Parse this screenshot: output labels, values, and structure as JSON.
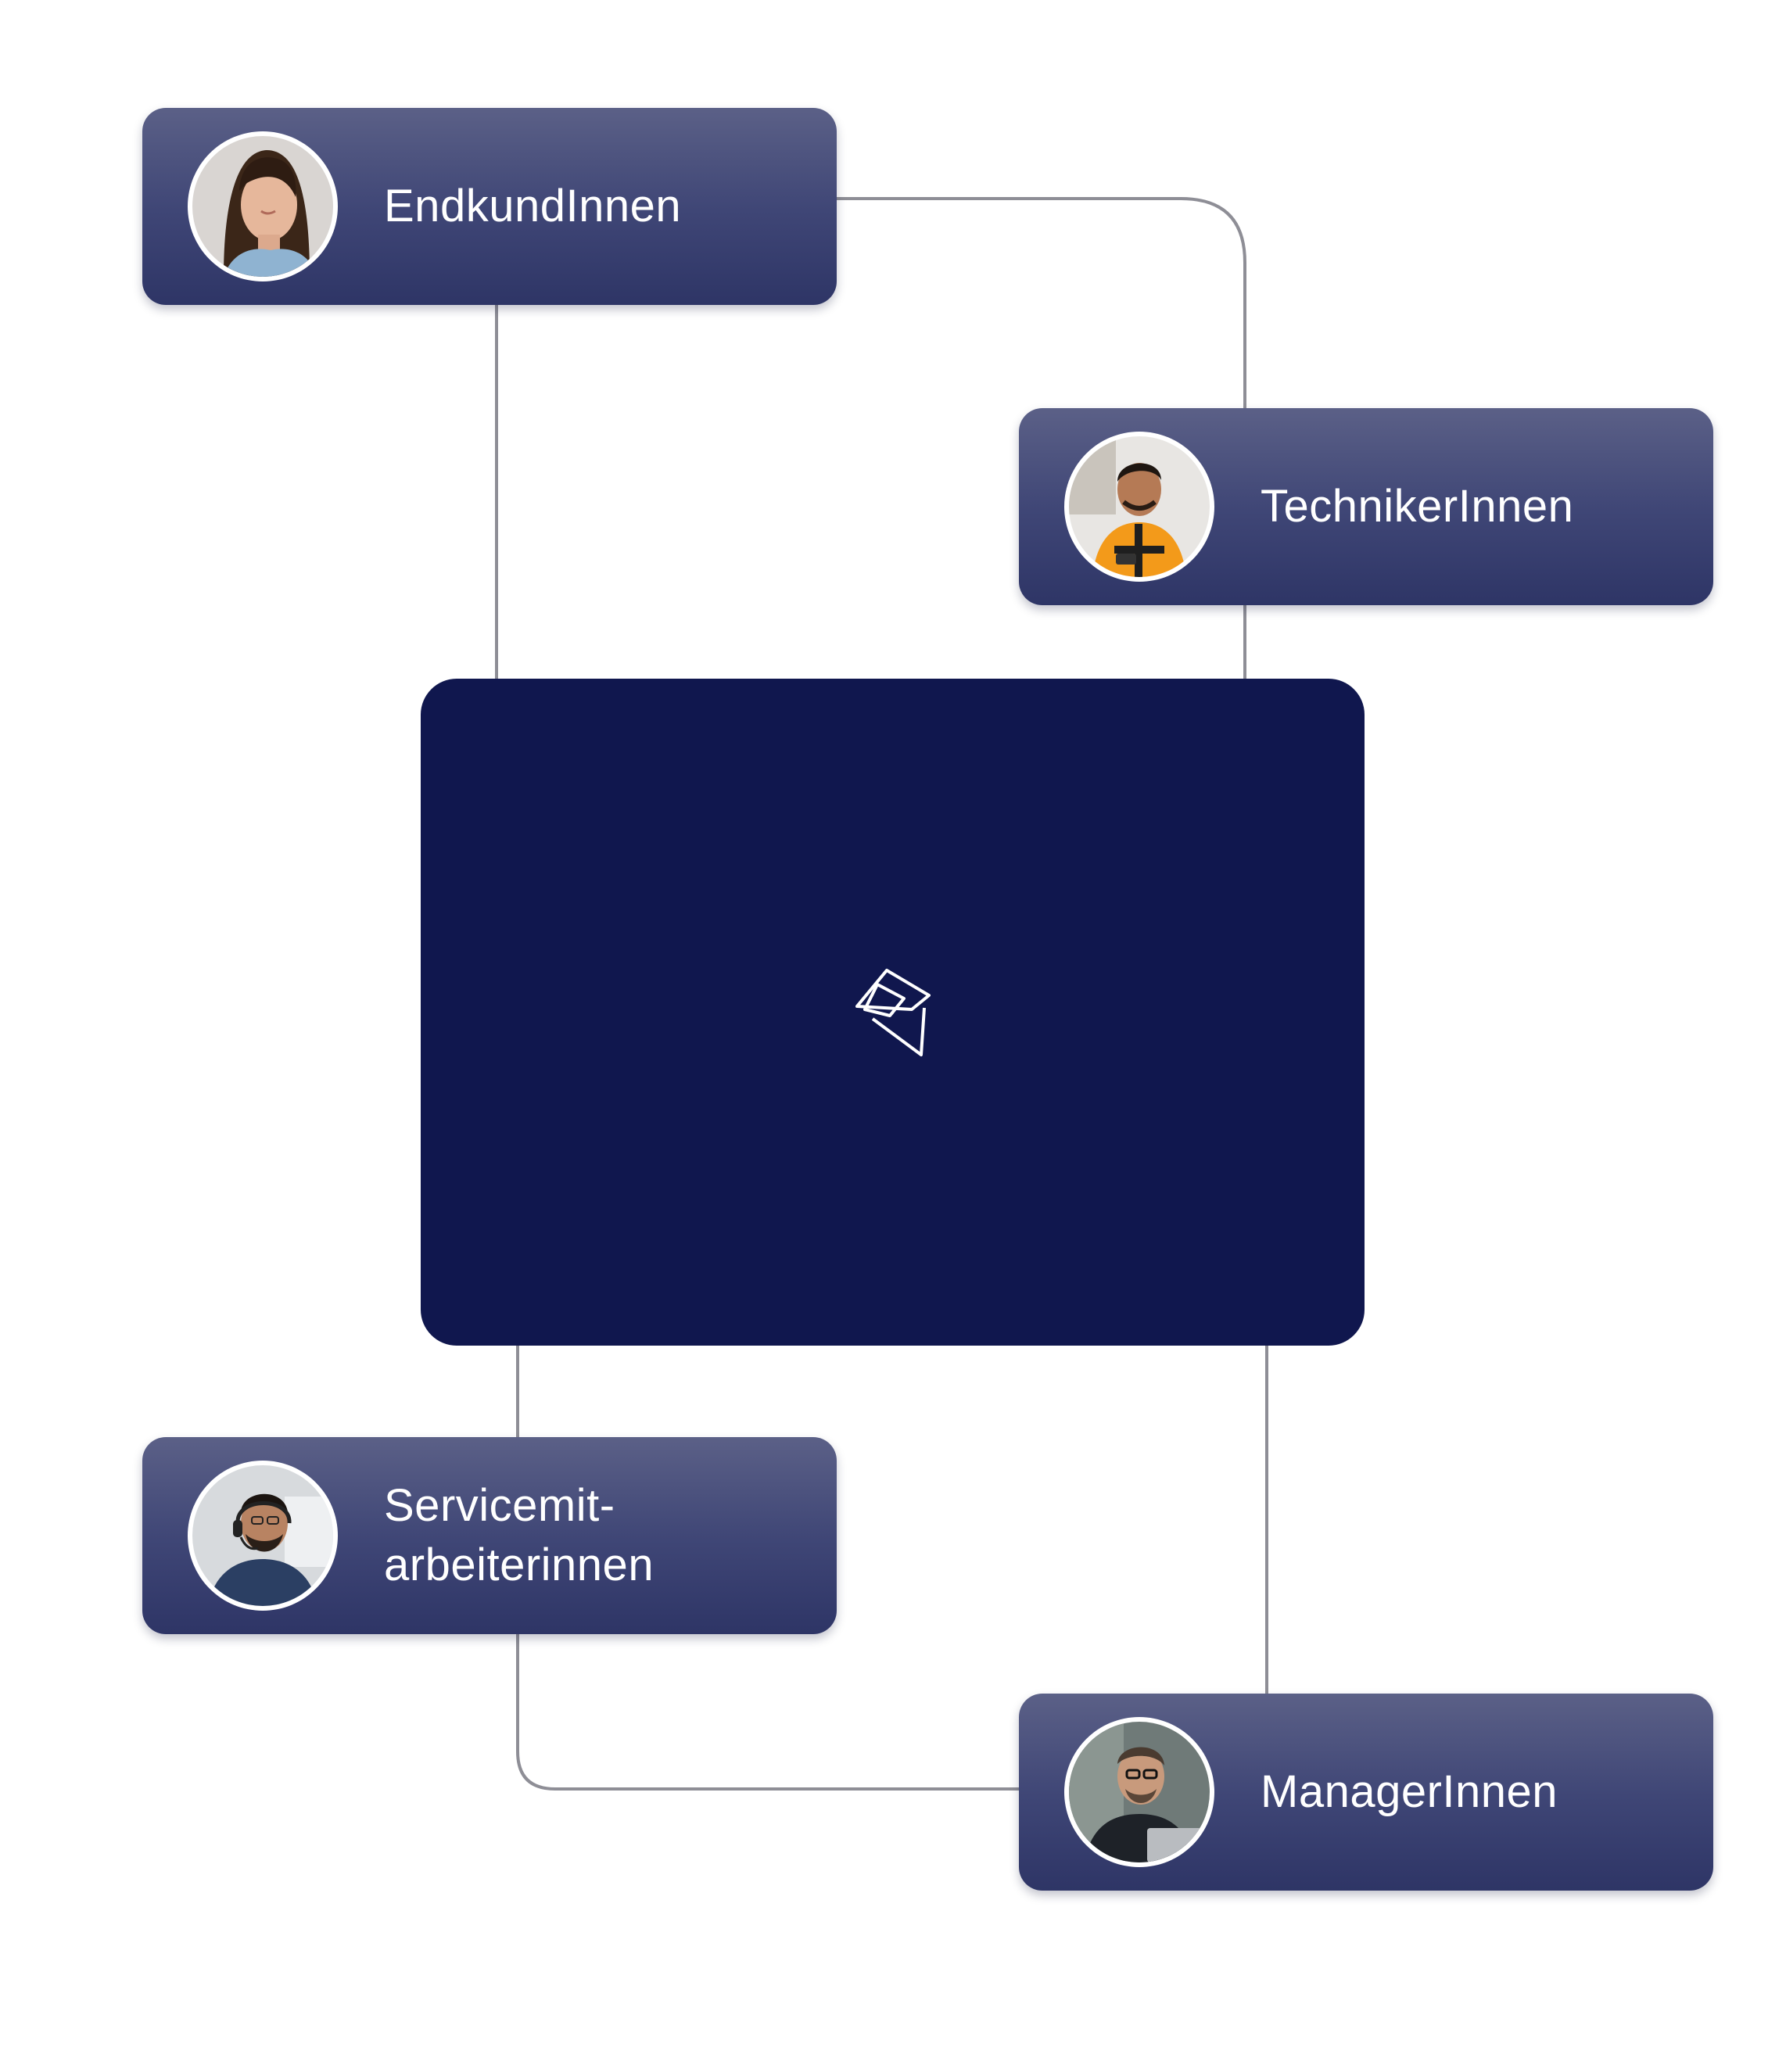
{
  "diagram": {
    "colors": {
      "center_panel": "#10174e",
      "card_gradient_top": "#5b6087",
      "card_gradient_bottom": "#2e3566",
      "connector": "#8e8e96",
      "label": "#ffffff"
    },
    "center": {
      "icon": "brand-logo-icon"
    },
    "roles": [
      {
        "label": "EndkundInnen",
        "avatar": "woman-portrait-avatar"
      },
      {
        "label": "TechnikerInnen",
        "avatar": "technician-portrait-avatar"
      },
      {
        "label": "Servicemit-\narbeiterinnen",
        "avatar": "service-agent-headset-avatar"
      },
      {
        "label": "ManagerInnen",
        "avatar": "manager-portrait-avatar"
      }
    ]
  }
}
